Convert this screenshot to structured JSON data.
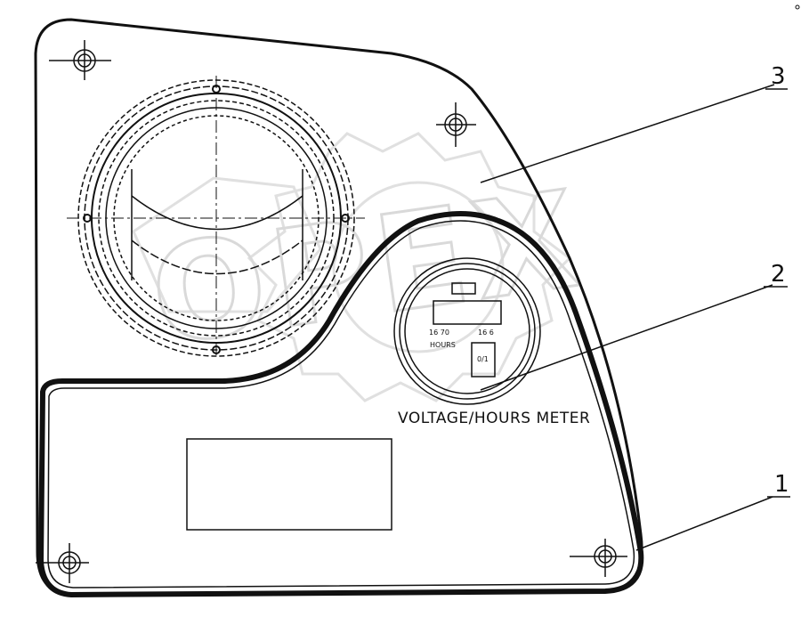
{
  "diagram": {
    "meter_caption": "VOLTAGE/HOURS METER",
    "meter_text": {
      "scale_left": "16 70",
      "scale_right": "16 6",
      "unit": "HOURS",
      "small": "0/1"
    },
    "callouts": [
      "1",
      "2",
      "3"
    ],
    "watermark": "OPEX",
    "colors": {
      "line": "#111111",
      "watermark": "#e2e2e2",
      "background": "#ffffff"
    }
  }
}
